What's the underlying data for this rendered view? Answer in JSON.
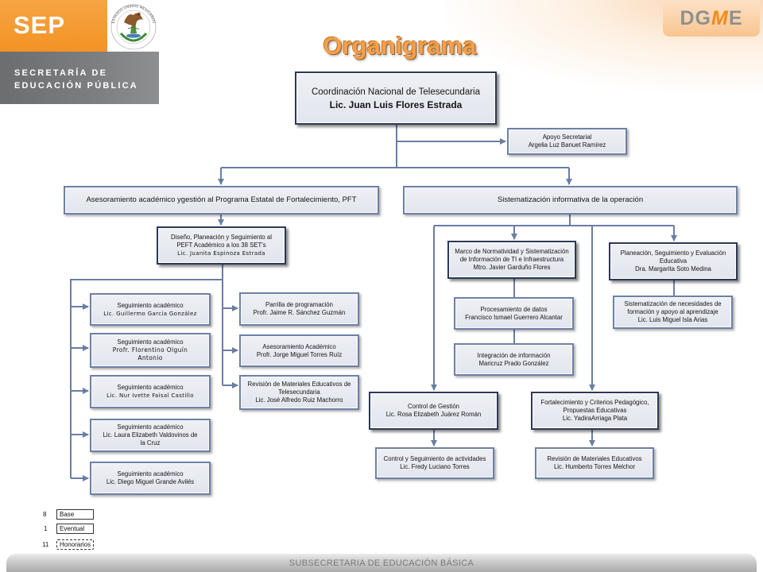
{
  "header": {
    "sep": "SEP",
    "seal_icon": "mexican-coat-of-arms-icon",
    "seal_text": "ESTADOS UNIDOS MEXICANOS",
    "secretaria": [
      "SECRETARÍA DE",
      "EDUCACIÓN PÚBLICA"
    ],
    "dgme": {
      "left": "DG",
      "mark": "M",
      "right": "E"
    }
  },
  "title": "Organigrama",
  "org": {
    "coordinacion": {
      "unit": [
        "Coordinación Nacional de Telesecundaria"
      ],
      "person": [
        "Lic. Juan Luis Flores Estrada"
      ]
    },
    "apoyo_secretarial": {
      "unit": [
        "Apoyo Secretarial"
      ],
      "person": [
        "Argelia Luz Banuet Ramírez"
      ]
    },
    "asesoramiento_pft": {
      "unit": [
        "Asesoramiento académico ygestión al Programa Estatal de Fortalecimiento, PFT"
      ]
    },
    "sistematizacion_informativa": {
      "unit": [
        "Sistematización informativa de la operación"
      ]
    },
    "diseno_peft": {
      "unit": [
        "Diseño, Planeación y Seguimiento al",
        "PEFT Académico a los 38 SET's"
      ],
      "person": [
        "Lic. Juanita Espinoza Estrada"
      ]
    },
    "seguimiento": [
      {
        "unit": [
          "Seguimiento académico"
        ],
        "person": [
          "Lic. Guillermo García González"
        ]
      },
      {
        "unit": [
          "Seguimiento académico"
        ],
        "person": [
          "Profr. Florentino Olguín",
          "Antonio"
        ]
      },
      {
        "unit": [
          "Seguimiento académico"
        ],
        "person": [
          "Lic. Nur Ivette Faisal Castillo"
        ]
      },
      {
        "unit": [
          "Seguimiento académico"
        ],
        "person": [
          "Lic. Laura Elizabeth Valdovinos de",
          "la Cruz"
        ]
      },
      {
        "unit": [
          "Seguimiento académico"
        ],
        "person": [
          "Lic. Diego Miguel Grande Avilés"
        ]
      }
    ],
    "pft_equipo": [
      {
        "unit": [
          "Parrilla de programación"
        ],
        "person": [
          "Profr. Jaime R. Sánchez Guzmán"
        ]
      },
      {
        "unit": [
          "Asesoramiento Académico"
        ],
        "person": [
          "Profr. Jorge Miguel Torres Ruíz"
        ]
      },
      {
        "unit": [
          "Revisión de Materiales Educativos de",
          "Telesecundaria"
        ],
        "person": [
          "Lic. José Alfredo Ruiz Machorro"
        ]
      }
    ],
    "marco_normatividad": {
      "unit": [
        "Marco de Normatividad y Sistematización",
        "de Información de TI e Infraestructura"
      ],
      "person": [
        "Mtro. Javier Garduño Flores"
      ]
    },
    "procesamiento_datos": {
      "unit": [
        "Procesamiento de datos"
      ],
      "person": [
        "Francisco Ismael Guerrero Alcantar"
      ]
    },
    "integracion_informacion": {
      "unit": [
        "Integración de información"
      ],
      "person": [
        "Maricruz Prado González"
      ]
    },
    "planeacion_evaluacion": {
      "unit": [
        "Planeación, Seguimiento y Evaluación",
        "Educativa"
      ],
      "person": [
        "Dra. Margarita Soto Medina"
      ]
    },
    "necesidades_formacion": {
      "unit": [
        "Sistematización de necesidades de",
        "formación y apoyo al aprendizaje"
      ],
      "person": [
        "Lic. Luis Miguel Isla Arias"
      ]
    },
    "control_gestion": {
      "unit": [
        "Control de Gestión"
      ],
      "person": [
        "Lic. Rosa Elizabeth Juárez Román"
      ]
    },
    "control_actividades": {
      "unit": [
        "Control y Seguimiento de actividades"
      ],
      "person": [
        "Lic. Fredy Luciano Torres"
      ]
    },
    "fortalecimiento_pedagogico": {
      "unit": [
        "Fortalecimiento y Criterios Pedagógico,",
        "Propuestas Educativas"
      ],
      "person": [
        "Lic. YadiraArriaga Plata"
      ]
    },
    "revision_materiales": {
      "unit": [
        "Revisión de Materiales Educativos"
      ],
      "person": [
        "Lic. Humberto Torres Melchor"
      ]
    }
  },
  "legend": [
    {
      "count": "8",
      "label": "Base"
    },
    {
      "count": "1",
      "label": "Eventual"
    },
    {
      "count": "11",
      "label": "Honorarios"
    }
  ],
  "footer": "SUBSECRETARIA DE EDUCACIÓN BÁSICA",
  "colors": {
    "sep_orange": "#f39325",
    "header_gray": "#7d7e80",
    "title_orange": "#f5a04c",
    "box_border": "#6e81a5",
    "box_border_dark": "#2c3856",
    "box_fill": "#e2e5ed",
    "connector": "#6a7ea4",
    "footer_text": "#7a7a7a"
  }
}
